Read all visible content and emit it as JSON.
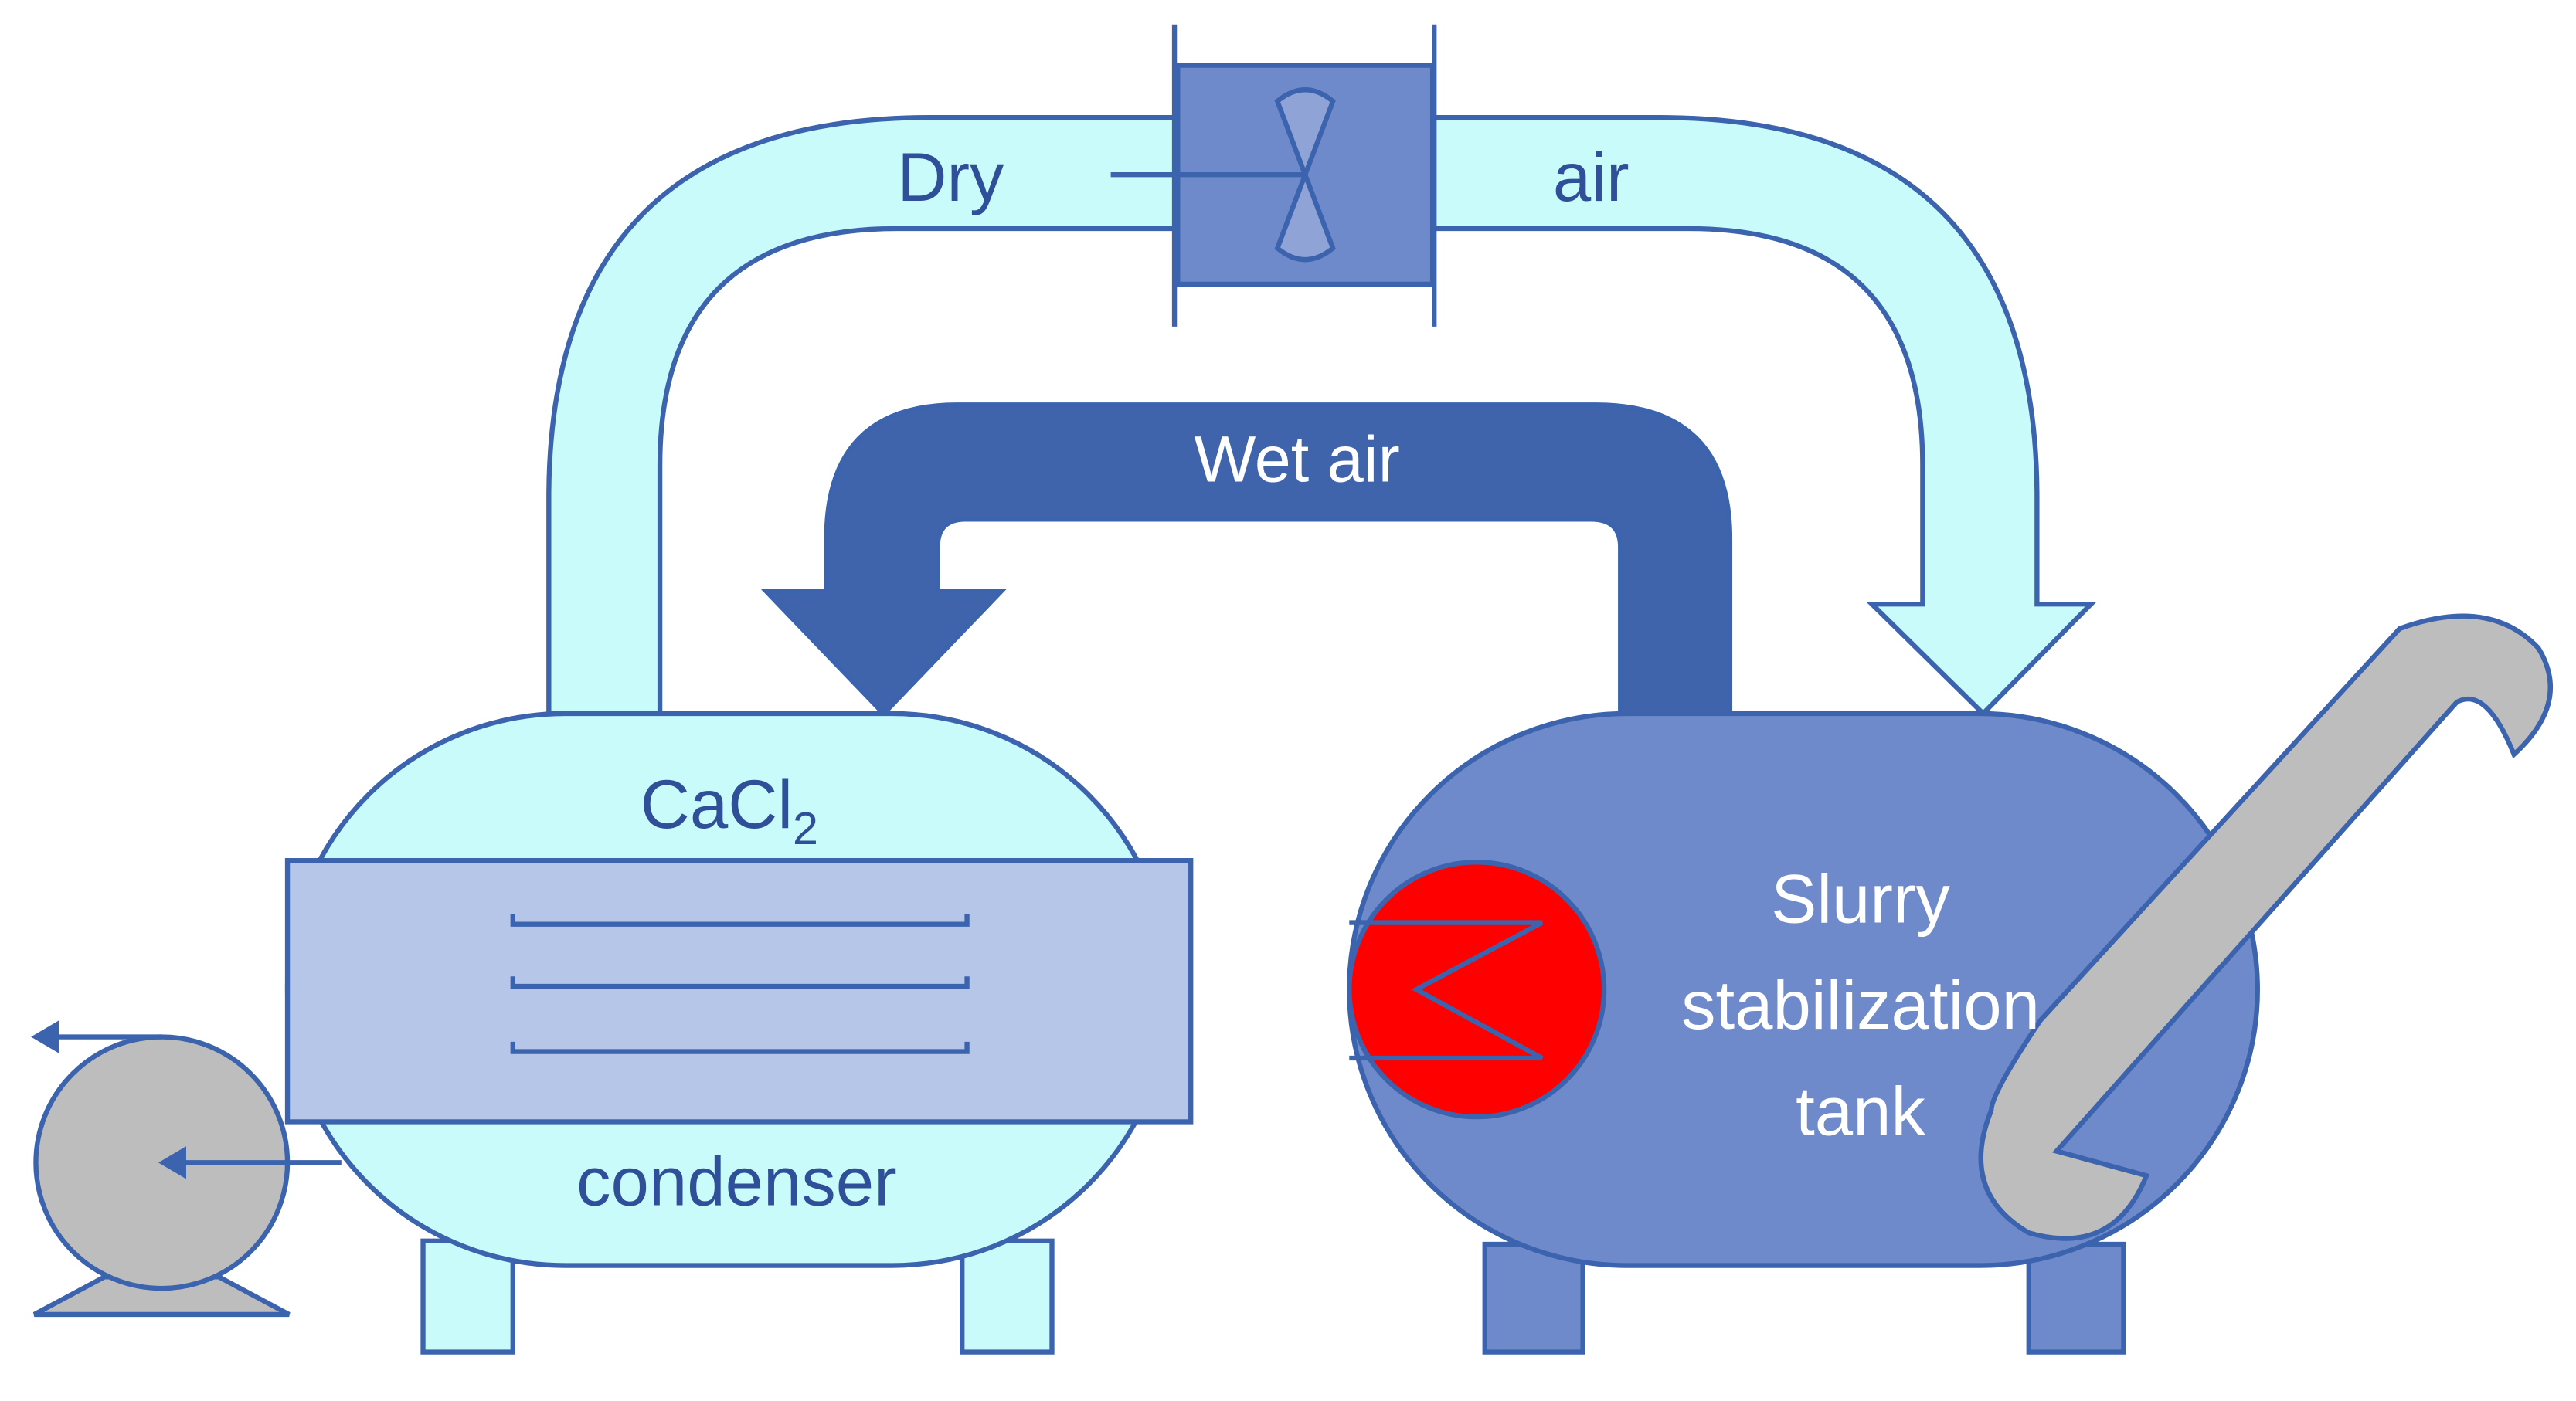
{
  "labels": {
    "dry": "Dry",
    "air": "air",
    "wet_air": "Wet air",
    "cacl2_main": "CaCl",
    "cacl2_sub": "2",
    "condenser": "condenser",
    "tank_line1": "Slurry",
    "tank_line2": "stabilization",
    "tank_line3": "tank"
  },
  "colors": {
    "dry_air_fill": "#C9FBFB",
    "outline": "#3B63AE",
    "wet_air_fill": "#3F64AC",
    "tank_fill": "#6F8ACB",
    "coil_panel_fill": "#B5C6E8",
    "heater_fill": "#FF0000",
    "gray_part": "#BDBDBD",
    "fan_box_fill": "#6F8ACB",
    "dark_text": "#2F4F99",
    "light_text": "#FFFFFF"
  },
  "icons": {
    "fan": "fan-icon",
    "heater": "heater-coil-icon",
    "pump": "pump-icon",
    "discharge_pipe": "discharge-pipe-icon"
  }
}
